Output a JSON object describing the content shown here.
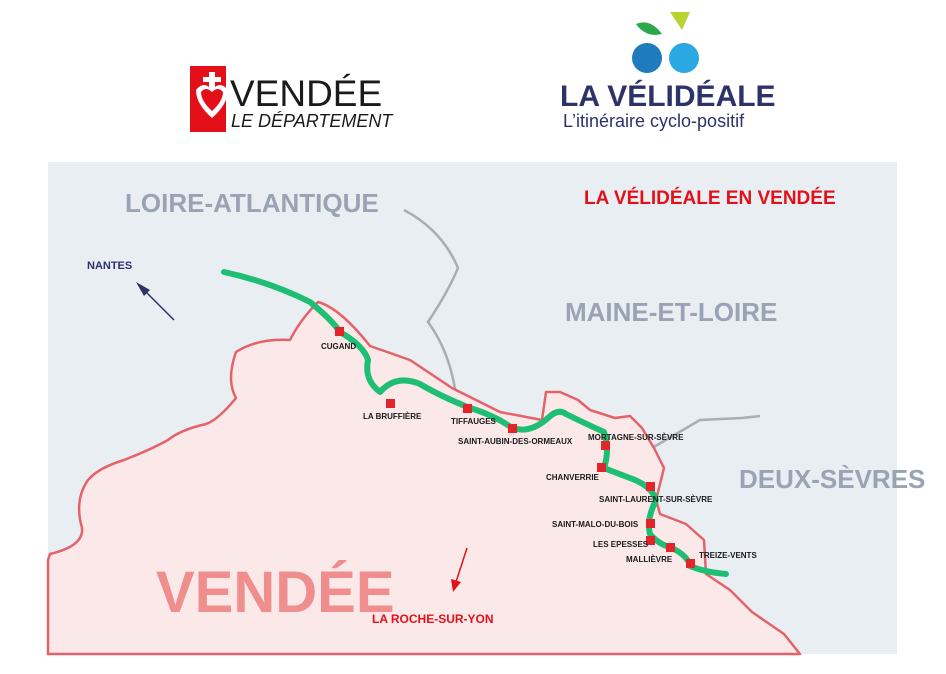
{
  "logos": {
    "vendee": {
      "name": "VENDÉE",
      "subtitle": "LE DÉPARTEMENT"
    },
    "velideale": {
      "name": "LA VÉLIDÉALE",
      "tagline": "L’itinéraire cyclo-positif"
    }
  },
  "map": {
    "title": "LA VÉLIDÉALE EN VENDÉE",
    "regions": {
      "loire_atlantique": "LOIRE-ATLANTIQUE",
      "maine_et_loire": "MAINE-ET-LOIRE",
      "deux_sevres": "DEUX-SÈVRES",
      "vendee": "VENDÉE"
    },
    "directions": {
      "nantes": "NANTES",
      "la_roche_sur_yon": "LA ROCHE-SUR-YON"
    },
    "stops": [
      "CUGAND",
      "LA BRUFFIÈRE",
      "TIFFAUGES",
      "SAINT-AUBIN-DES-ORMEAUX",
      "MORTAGNE-SUR-SÈVRE",
      "CHANVERRIE",
      "SAINT-LAURENT-SUR-SÈVRE",
      "SAINT-MALO-DU-BOIS",
      "LES EPESSES",
      "MALLIÈVRE",
      "TREIZE-VENTS"
    ]
  },
  "colors": {
    "sea_bg": "#e9eef3",
    "vendee_fill": "#fbe9e9",
    "border_red": "#e4626a",
    "route_green": "#1ebf74",
    "stop_red": "#e4242b",
    "title_red": "#e3101a",
    "region_gray": "#9aa3b4",
    "navy": "#2d3269",
    "vendee_label": "#f08d8d"
  }
}
